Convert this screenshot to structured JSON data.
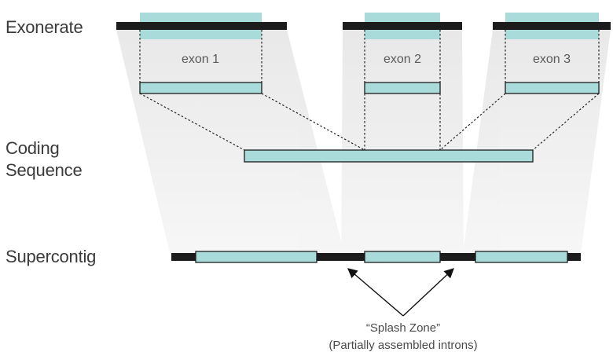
{
  "rows": {
    "exonerate": "Exonerate",
    "coding_line1": "Coding",
    "coding_line2": "Sequence",
    "supercontig": "Supercontig"
  },
  "exons": [
    "exon 1",
    "exon 2",
    "exon 3"
  ],
  "caption": {
    "line1": "“Splash Zone”",
    "line2": "(Partially assembled introns)"
  },
  "colors": {
    "exon_fill": "#a8dbd9",
    "exon_highlight": "#a8dbd9",
    "genome_bar": "#1c1c1c",
    "shade": "#e9e9e9",
    "outline": "#1c1c1c"
  }
}
